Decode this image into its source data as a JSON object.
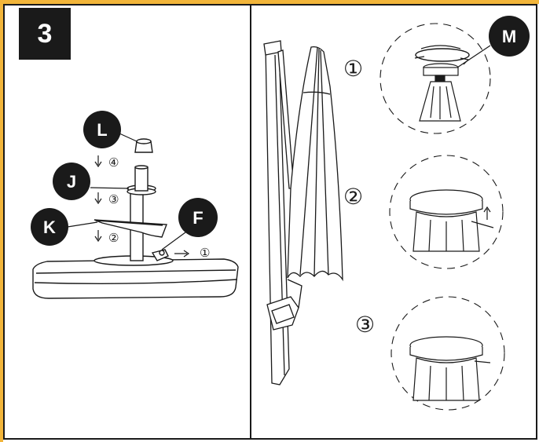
{
  "step": "3",
  "labels": {
    "L": "L",
    "J": "J",
    "K": "K",
    "F": "F",
    "M": "M"
  },
  "order": {
    "one": "①",
    "two": "②",
    "three": "③",
    "four": "④"
  }
}
